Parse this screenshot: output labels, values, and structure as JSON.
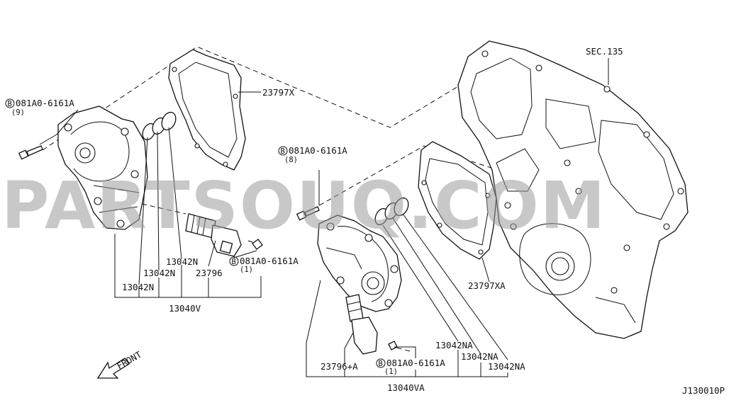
{
  "diagram": {
    "watermark": "PARTSOUQ.COM",
    "figure_id": "J130010P",
    "section_ref": "SEC.135",
    "front_label": "FRONT",
    "bolt_symbol": "B",
    "labels": {
      "bolt_left_part": "081A0-6161A",
      "bolt_left_qty": "(9)",
      "gasket_left": "23797X",
      "bolt_center_part": "081A0-6161A",
      "bolt_center_qty": "(8)",
      "oring_left_a": "13042N",
      "oring_left_b": "13042N",
      "oring_left_c": "13042N",
      "bolt_solenoid_left_part": "081A0-6161A",
      "bolt_solenoid_left_qty": "(1)",
      "solenoid_left": "23796",
      "assembly_left": "13040V",
      "gasket_right": "23797XA",
      "oring_right_a": "13042NA",
      "oring_right_b": "13042NA",
      "oring_right_c": "13042NA",
      "solenoid_right": "23796+A",
      "bolt_solenoid_right_part": "081A0-6161A",
      "bolt_solenoid_right_qty": "(1)",
      "assembly_right": "13040VA"
    }
  }
}
